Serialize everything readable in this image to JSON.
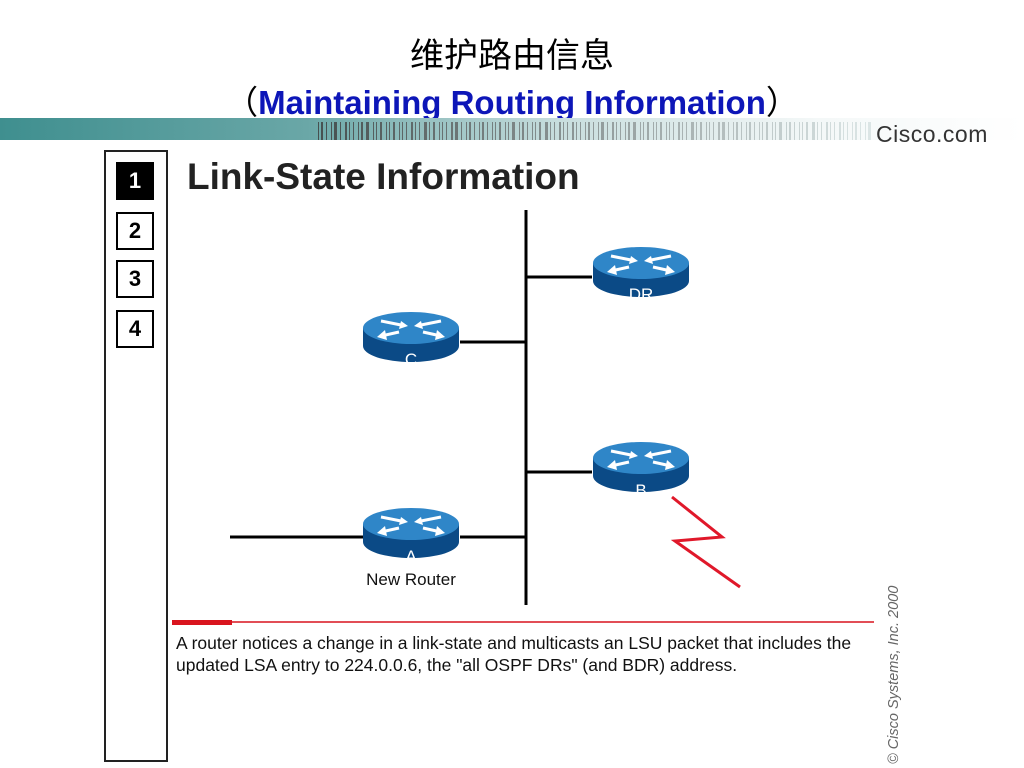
{
  "title": {
    "chinese": "维护路由信息",
    "open_paren": "（",
    "english": "Maintaining Routing Information",
    "close_paren": "）"
  },
  "brand": "Cisco.com",
  "sidebar": {
    "steps": [
      {
        "label": "1",
        "active": true
      },
      {
        "label": "2",
        "active": false
      },
      {
        "label": "3",
        "active": false
      },
      {
        "label": "4",
        "active": false
      }
    ]
  },
  "slide": {
    "heading": "Link-State Information",
    "caption": "A router notices a change in a link-state and multicasts an LSU packet that includes the updated LSA entry to 224.0.0.6, the \"all OSPF DRs\" (and BDR) address.",
    "copyright": "© Cisco Systems, Inc. 2000"
  },
  "diagram": {
    "routers": [
      {
        "id": "DR",
        "label": "DR",
        "sublabel": ""
      },
      {
        "id": "C",
        "label": "C",
        "sublabel": ""
      },
      {
        "id": "B",
        "label": "B",
        "sublabel": ""
      },
      {
        "id": "A",
        "label": "A",
        "sublabel": "New Router"
      }
    ],
    "colors": {
      "router_top": "#2a7fc2",
      "router_side": "#0a3f7a",
      "link_break": "#e0182a",
      "rule_red": "#d9141e"
    }
  }
}
